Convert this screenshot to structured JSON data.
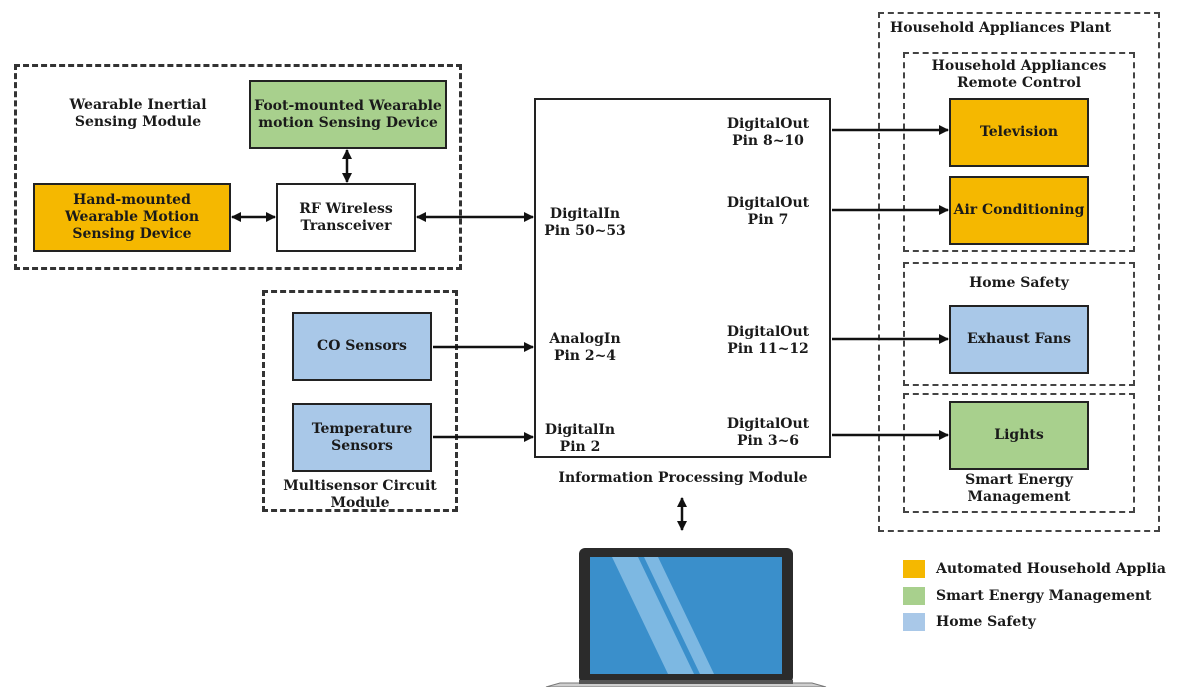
{
  "modules": {
    "wearable": "Wearable Inertial Sensing Module",
    "multisensor": "Multisensor Circuit Module",
    "processing": "Information Processing Module",
    "plant": "Household Appliances Plant",
    "remote": "Household Appliances Remote Control",
    "safety": "Home Safety",
    "energy": "Smart Energy Management"
  },
  "devices": {
    "foot": "Foot-mounted Wearable motion Sensing Device",
    "hand": "Hand-mounted Wearable Motion Sensing Device",
    "rf": "RF Wireless Transceiver",
    "co": "CO Sensors",
    "temp": "Temperature Sensors",
    "tv": "Television",
    "ac": "Air Conditioning",
    "fans": "Exhaust Fans",
    "lights": "Lights"
  },
  "pins": {
    "in1": "DigitalIn Pin 50~53",
    "in2": "AnalogIn Pin 2~4",
    "in3": "DigitalIn Pin 2",
    "out1": "DigitalOut Pin 8~10",
    "out2": "DigitalOut Pin 7",
    "out3": "DigitalOut Pin 11~12",
    "out4": "DigitalOut Pin 3~6"
  },
  "legend": [
    {
      "label": "Automated Household Applia",
      "color": "#F5B800"
    },
    {
      "label": "Smart Energy Management",
      "color": "#A8D08D"
    },
    {
      "label": "Home Safety",
      "color": "#A9C8E8"
    }
  ]
}
